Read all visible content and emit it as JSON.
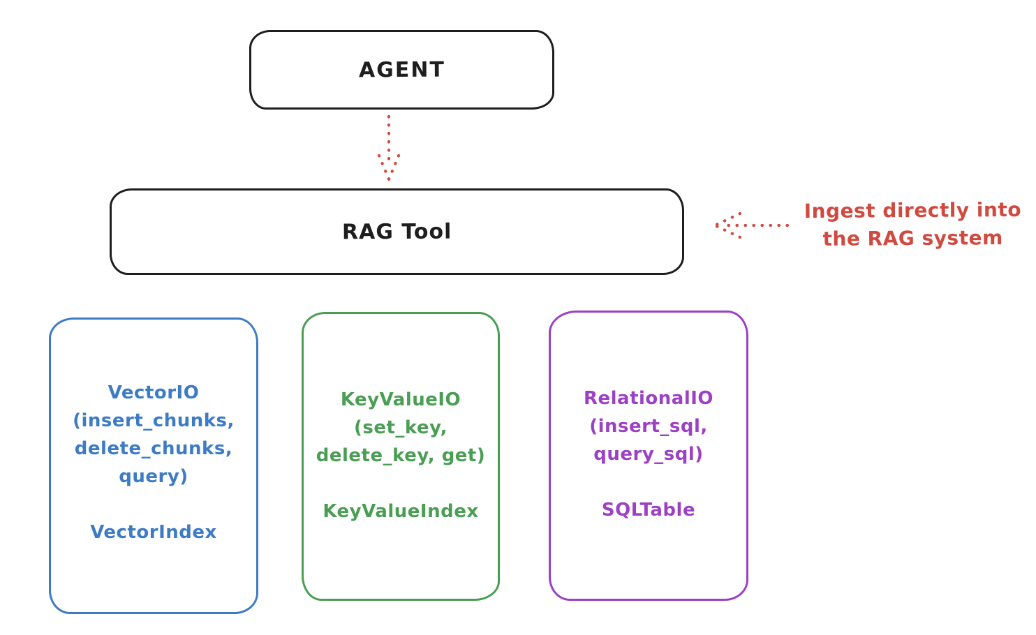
{
  "theme": {
    "background": "#ffffff",
    "ink": "#1e1e1e",
    "red": "#d04a40",
    "blue": "#3d7bc4",
    "green": "#4a9e53",
    "purple": "#9c40c4"
  },
  "diagram": {
    "agent": {
      "label": "AGENT"
    },
    "rag_tool": {
      "label": "RAG Tool"
    },
    "annotation": {
      "line1": "Ingest directly into",
      "line2": "the RAG system"
    },
    "arrows": [
      {
        "name": "agent-to-ragtool",
        "style": "dotted",
        "direction": "down",
        "color": "#d04a40"
      },
      {
        "name": "ingest-into-ragtool",
        "style": "dotted",
        "direction": "left",
        "color": "#d04a40"
      }
    ],
    "providers": [
      {
        "id": "vector",
        "lines": [
          "VectorIO",
          "(insert_chunks,",
          "delete_chunks,",
          "query)"
        ],
        "index": "VectorIndex",
        "color": "#3d7bc4"
      },
      {
        "id": "keyvalue",
        "lines": [
          "KeyValueIO",
          "(set_key,",
          "delete_key, get)"
        ],
        "index": "KeyValueIndex",
        "color": "#4a9e53"
      },
      {
        "id": "relational",
        "lines": [
          "RelationalIO",
          "(insert_sql,",
          "query_sql)"
        ],
        "index": "SQLTable",
        "color": "#9c40c4"
      }
    ]
  }
}
